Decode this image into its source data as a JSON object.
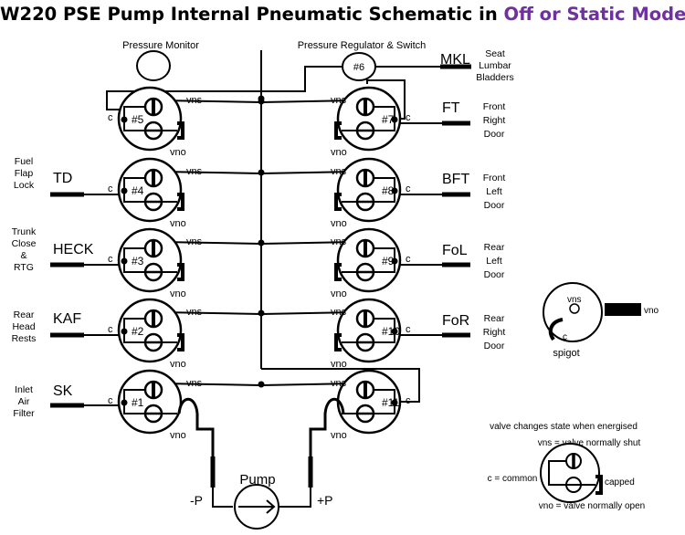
{
  "title": {
    "main": "W220 PSE Pump Internal Pneumatic Schematic in ",
    "mode": "Off or Static Mode"
  },
  "labels": {
    "pressure_monitor": "Pressure Monitor",
    "pressure_regulator": "Pressure Regulator & Switch",
    "pump": "Pump",
    "minus_p": "-P",
    "plus_p": "+P",
    "vns": "vns",
    "vno": "vno",
    "c": "c",
    "spigot": "spigot"
  },
  "valves": [
    {
      "id": "#1",
      "side": "left",
      "port": "SK",
      "desc": [
        "Inlet",
        "Air",
        "Filter"
      ]
    },
    {
      "id": "#2",
      "side": "left",
      "port": "KAF",
      "desc": [
        "Rear",
        "Head",
        "Rests"
      ]
    },
    {
      "id": "#3",
      "side": "left",
      "port": "HECK",
      "desc": [
        "Trunk",
        "Close",
        "&",
        "RTG"
      ]
    },
    {
      "id": "#4",
      "side": "left",
      "port": "TD",
      "desc": [
        "Fuel",
        "Flap",
        "Lock"
      ]
    },
    {
      "id": "#5",
      "side": "left",
      "port": "",
      "desc": []
    },
    {
      "id": "#6",
      "side": "top",
      "port": "MKL",
      "desc": [
        "Seat",
        "Lumbar",
        "Bladders"
      ]
    },
    {
      "id": "#7",
      "side": "right",
      "port": "FT",
      "desc": [
        "Front",
        "Right",
        "Door"
      ]
    },
    {
      "id": "#8",
      "side": "right",
      "port": "BFT",
      "desc": [
        "Front",
        "Left",
        "Door"
      ]
    },
    {
      "id": "#9",
      "side": "right",
      "port": "FoL",
      "desc": [
        "Rear",
        "Left",
        "Door"
      ]
    },
    {
      "id": "#10",
      "side": "right",
      "port": "FoR",
      "desc": [
        "Rear",
        "Right",
        "Door"
      ]
    },
    {
      "id": "#11",
      "side": "right",
      "port": "",
      "desc": []
    }
  ],
  "legend": {
    "heading": "valve changes state when energised",
    "vns": "vns  = valve normally shut",
    "common": "c = common",
    "capped": "capped",
    "vno": "vno = valve normally open"
  }
}
